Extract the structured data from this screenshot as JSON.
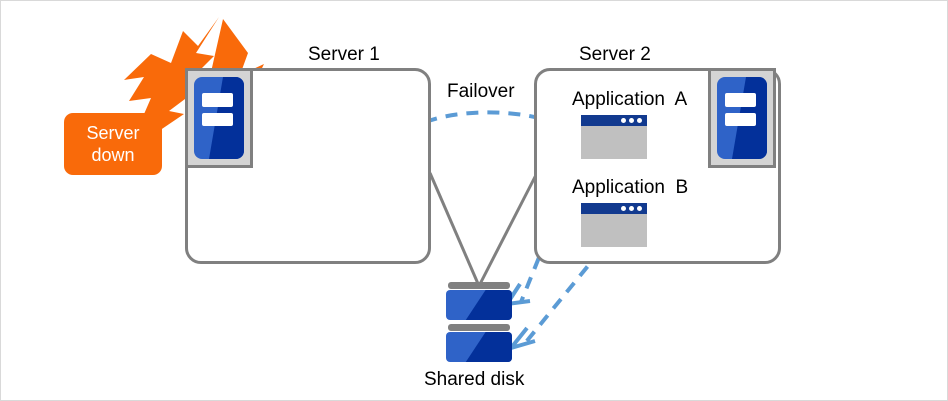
{
  "diagram": {
    "title": "Failover cluster diagram",
    "background": "#ffffff",
    "border_color": "#d9d9d9"
  },
  "colors": {
    "server_box_border": "#808080",
    "alert_orange": "#f96a0a",
    "blue_primary": "#2f63c8",
    "blue_dark": "#03309a",
    "arrow_blue": "#5b9bd5",
    "connector_gray": "#808080",
    "app_window_gray": "#c0c0c0",
    "app_titlebar": "#123a8f",
    "text_black": "#000000",
    "text_white": "#ffffff"
  },
  "labels": {
    "server1": "Server 1",
    "server2": "Server 2",
    "failover": "Failover",
    "application_a": "Application  A",
    "application_b": "Application  B",
    "shared_disk": "Shared disk"
  },
  "callout": {
    "line1": "Server",
    "line2": "down"
  },
  "nodes": [
    {
      "id": "server1",
      "label": "Server 1",
      "status": "down",
      "applications": []
    },
    {
      "id": "server2",
      "label": "Server 2",
      "status": "active",
      "applications": [
        "Application  A",
        "Application  B"
      ]
    },
    {
      "id": "shared-disk",
      "label": "Shared disk",
      "status": "shared"
    }
  ],
  "connections": [
    {
      "from": "server1",
      "to": "shared-disk",
      "style": "solid",
      "color": "#808080"
    },
    {
      "from": "server2",
      "to": "shared-disk",
      "style": "solid",
      "color": "#808080"
    },
    {
      "from": "server1",
      "to": "server2",
      "style": "dashed",
      "color": "#5b9bd5",
      "label": "Failover"
    },
    {
      "from": "application-a",
      "to": "shared-disk",
      "style": "dashed",
      "color": "#5b9bd5"
    },
    {
      "from": "application-b",
      "to": "shared-disk",
      "style": "dashed",
      "color": "#5b9bd5"
    }
  ],
  "icons": {
    "lightning": "lightning-bolt-icon",
    "server_a": "server-hardware-icon",
    "server_b": "server-hardware-icon",
    "app_window": "application-window-icon",
    "disk": "disk-stack-icon"
  }
}
